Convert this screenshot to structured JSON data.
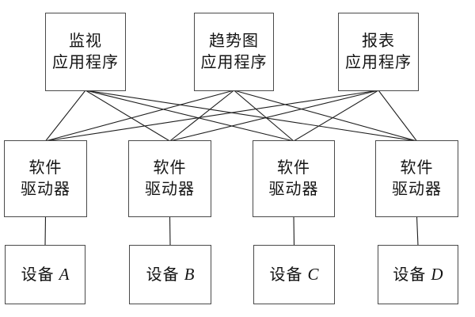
{
  "diagram": {
    "colors": {
      "background": "#ffffff",
      "box_border": "#4a4a4a",
      "edge_line": "#1e1e1e",
      "text": "#141414"
    },
    "nodes": {
      "app_monitor": {
        "line1": "监视",
        "line2": "应用程序"
      },
      "app_trend": {
        "line1": "趋势图",
        "line2": "应用程序"
      },
      "app_report": {
        "line1": "报表",
        "line2": "应用程序"
      },
      "driver1": {
        "line1": "软件",
        "line2": "驱动器"
      },
      "driver2": {
        "line1": "软件",
        "line2": "驱动器"
      },
      "driver3": {
        "line1": "软件",
        "line2": "驱动器"
      },
      "driver4": {
        "line1": "软件",
        "line2": "驱动器"
      },
      "device_a": {
        "label": "设备",
        "letter": "A"
      },
      "device_b": {
        "label": "设备",
        "letter": "B"
      },
      "device_c": {
        "label": "设备",
        "letter": "C"
      },
      "device_d": {
        "label": "设备",
        "letter": "D"
      }
    },
    "edges": [
      {
        "from": "app-monitor",
        "to": "driver-1"
      },
      {
        "from": "app-monitor",
        "to": "driver-2"
      },
      {
        "from": "app-monitor",
        "to": "driver-3"
      },
      {
        "from": "app-monitor",
        "to": "driver-4"
      },
      {
        "from": "app-trend",
        "to": "driver-1"
      },
      {
        "from": "app-trend",
        "to": "driver-2"
      },
      {
        "from": "app-trend",
        "to": "driver-3"
      },
      {
        "from": "app-trend",
        "to": "driver-4"
      },
      {
        "from": "app-report",
        "to": "driver-1"
      },
      {
        "from": "app-report",
        "to": "driver-2"
      },
      {
        "from": "app-report",
        "to": "driver-3"
      },
      {
        "from": "app-report",
        "to": "driver-4"
      },
      {
        "from": "driver-1",
        "to": "device-a"
      },
      {
        "from": "driver-2",
        "to": "device-b"
      },
      {
        "from": "driver-3",
        "to": "device-c"
      },
      {
        "from": "driver-4",
        "to": "device-d"
      }
    ]
  }
}
